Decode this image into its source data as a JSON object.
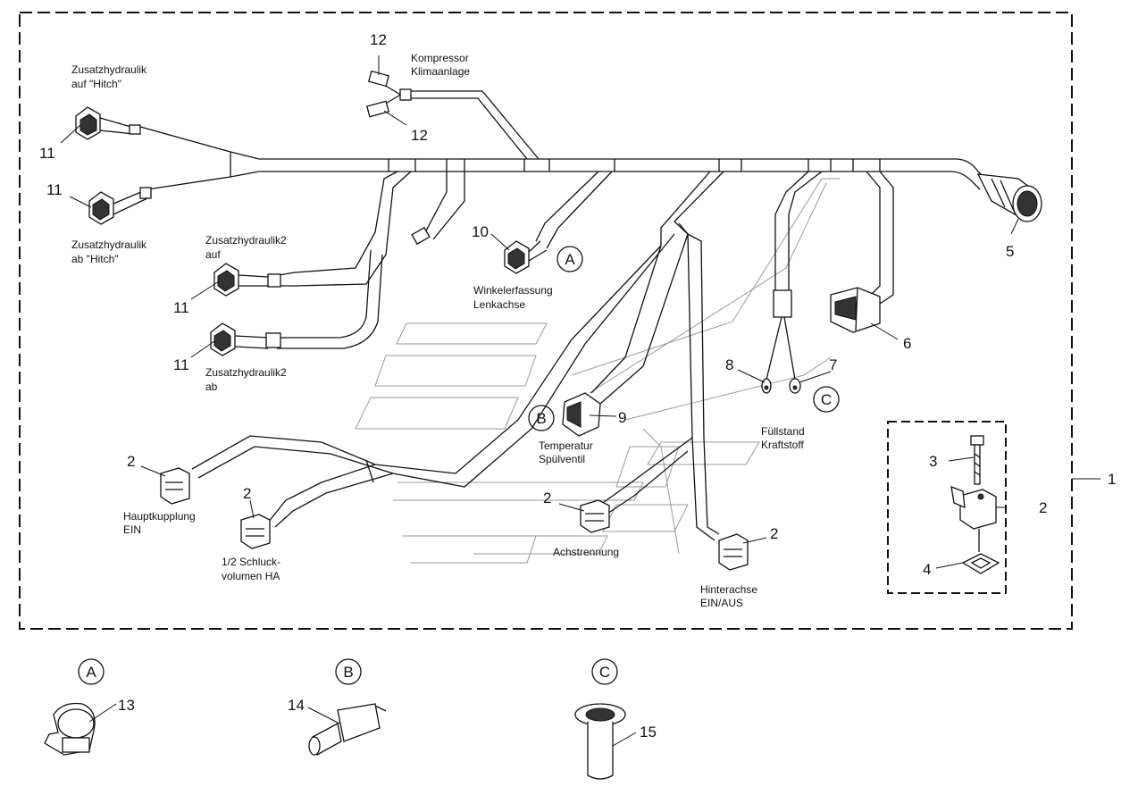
{
  "labels": {
    "hitch_up": [
      "Zusatzhydraulik",
      "auf \"Hitch\""
    ],
    "hitch_down": [
      "Zusatzhydraulik",
      "ab \"Hitch\""
    ],
    "kompressor": [
      "Kompressor",
      "Klimaanlage"
    ],
    "zh2_up": [
      "Zusatzhydraulik2",
      "auf"
    ],
    "zh2_down": [
      "Zusatzhydraulik2",
      "ab"
    ],
    "winkel": [
      "Winkelerfassung",
      "Lenkachse"
    ],
    "temperatur": [
      "Temperatur",
      "Spülventil"
    ],
    "fuellstand": [
      "Füllstand",
      "Kraftstoff"
    ],
    "hauptkupplung": [
      "Hauptkupplung",
      "EIN"
    ],
    "schluck": [
      "1/2 Schluck-",
      "volumen HA"
    ],
    "achstrennung": "Achstrennung",
    "hinterachse": [
      "Hinterachse",
      "EIN/AUS"
    ]
  },
  "part_numbers": {
    "n1": "1",
    "n2": "2",
    "n3": "3",
    "n4": "4",
    "n5": "5",
    "n6": "6",
    "n7": "7",
    "n8": "8",
    "n9": "9",
    "n10": "10",
    "n11": "11",
    "n12": "12",
    "n13": "13",
    "n14": "14",
    "n15": "15"
  },
  "detail_refs": {
    "a": "A",
    "b": "B",
    "c": "C"
  }
}
